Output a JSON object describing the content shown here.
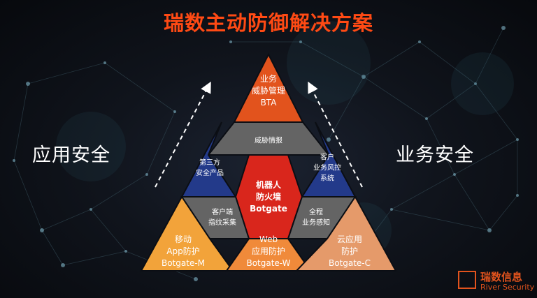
{
  "title": "瑞数主动防御解决方案",
  "left_label": "应用安全",
  "right_label": "业务安全",
  "cells": {
    "top": [
      "业务",
      "威胁管理",
      "BTA"
    ],
    "threat": [
      "威胁情报"
    ],
    "third_party": [
      "第三方",
      "安全产品"
    ],
    "center": [
      "机器人",
      "防火墙",
      "Botgate"
    ],
    "risk": [
      "客户",
      "业务风控",
      "系统"
    ],
    "fingerprint": [
      "客户端",
      "指纹采集"
    ],
    "awareness": [
      "全程",
      "业务感知"
    ],
    "mobile": [
      "移动",
      "App防护",
      "Botgate-M"
    ],
    "web": [
      "Web",
      "应用防护",
      "Botgate-W"
    ],
    "cloud": [
      "云应用",
      "防护",
      "Botgate-C"
    ]
  },
  "logo": {
    "name": "瑞数信息",
    "english": "River Security"
  },
  "colors": {
    "title": "#ff4a14",
    "orange": "#e2531d",
    "orange_light": "#f08a3a",
    "amber": "#f2a33a",
    "blue": "#233a8a",
    "gray": "#646464",
    "red": "#d9261c",
    "peach": "#e59a6a"
  }
}
